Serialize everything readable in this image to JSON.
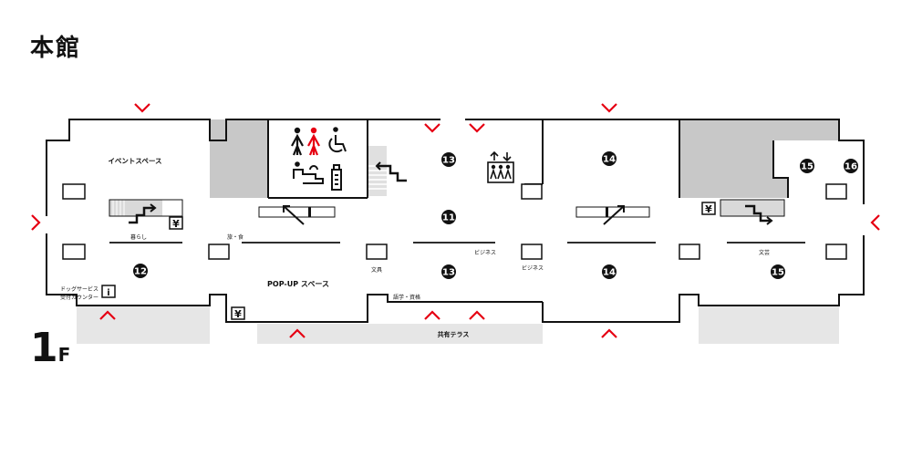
{
  "header": {
    "title": "本館"
  },
  "floor": {
    "number": "1",
    "unit": "F"
  },
  "areas": {
    "event_space": "イベントスペース",
    "kurashi": "暮らし",
    "tabi_shoku": "旅・食",
    "popup_space": "POP-UP スペース",
    "bungu": "文具",
    "business_center": "ビジネス",
    "business_right": "ビジネス",
    "gogaku": "語学・資格",
    "terrace": "共有テラス",
    "bungei": "文芸",
    "dog_service_line1": "ドッグサービス",
    "dog_service_line2": "受付カウンター"
  },
  "zones": {
    "z11": "11",
    "z12": "12",
    "z13a": "13",
    "z13b": "13",
    "z14a": "14",
    "z14b": "14",
    "z15a": "15",
    "z15b": "15",
    "z16": "16"
  },
  "symbols": {
    "yen": "¥",
    "info": "i"
  },
  "colors": {
    "accent": "#e60012",
    "wall": "#111111",
    "gray_area": "#c8c8c8",
    "light_area": "#e6e6e6"
  },
  "icons": [
    "entrance-arrow-icon",
    "restroom-icon",
    "accessible-icon",
    "baby-care-icon",
    "nursing-bottle-icon",
    "elevator-icon",
    "escalator-icon",
    "stairs-icon",
    "atm-icon",
    "info-icon"
  ]
}
